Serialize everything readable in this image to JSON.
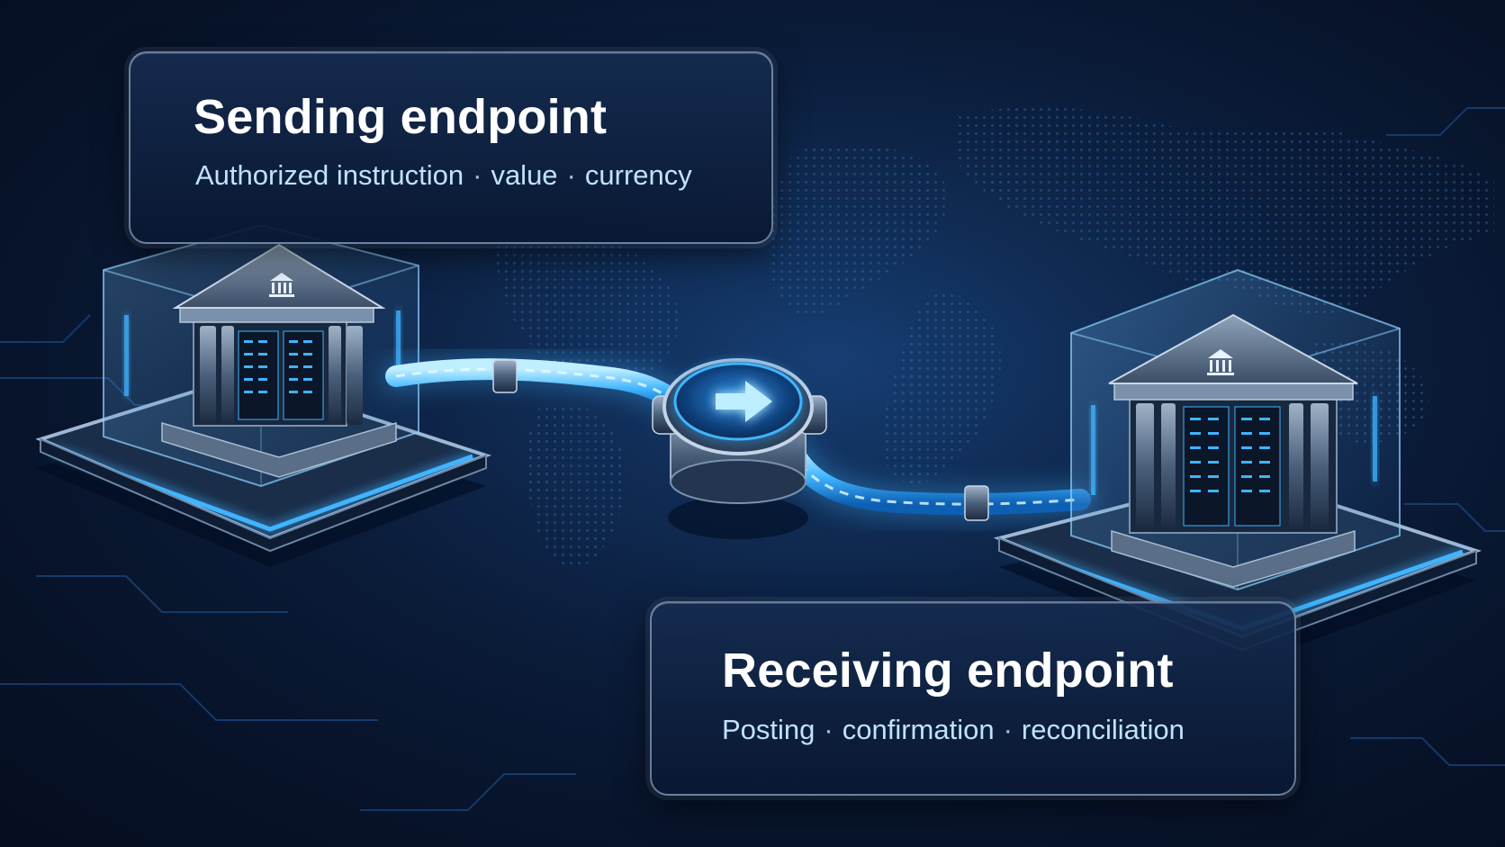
{
  "sending_endpoint": {
    "title": "Sending endpoint",
    "details": [
      "Authorized instruction",
      "value",
      "currency"
    ]
  },
  "receiving_endpoint": {
    "title": "Receiving endpoint",
    "details": [
      "Posting",
      "confirmation",
      "reconciliation"
    ]
  },
  "separator": "·",
  "connector": {
    "icon": "arrow-right-icon"
  },
  "nodes": [
    {
      "name": "sending-bank",
      "icon": "bank-icon"
    },
    {
      "name": "receiving-bank",
      "icon": "bank-icon"
    }
  ],
  "colors": {
    "background": "#081630",
    "accent": "#3fb4ff",
    "glow": "#7fd4ff",
    "text": "#ffffff",
    "subtext": "#bfe3f8"
  }
}
